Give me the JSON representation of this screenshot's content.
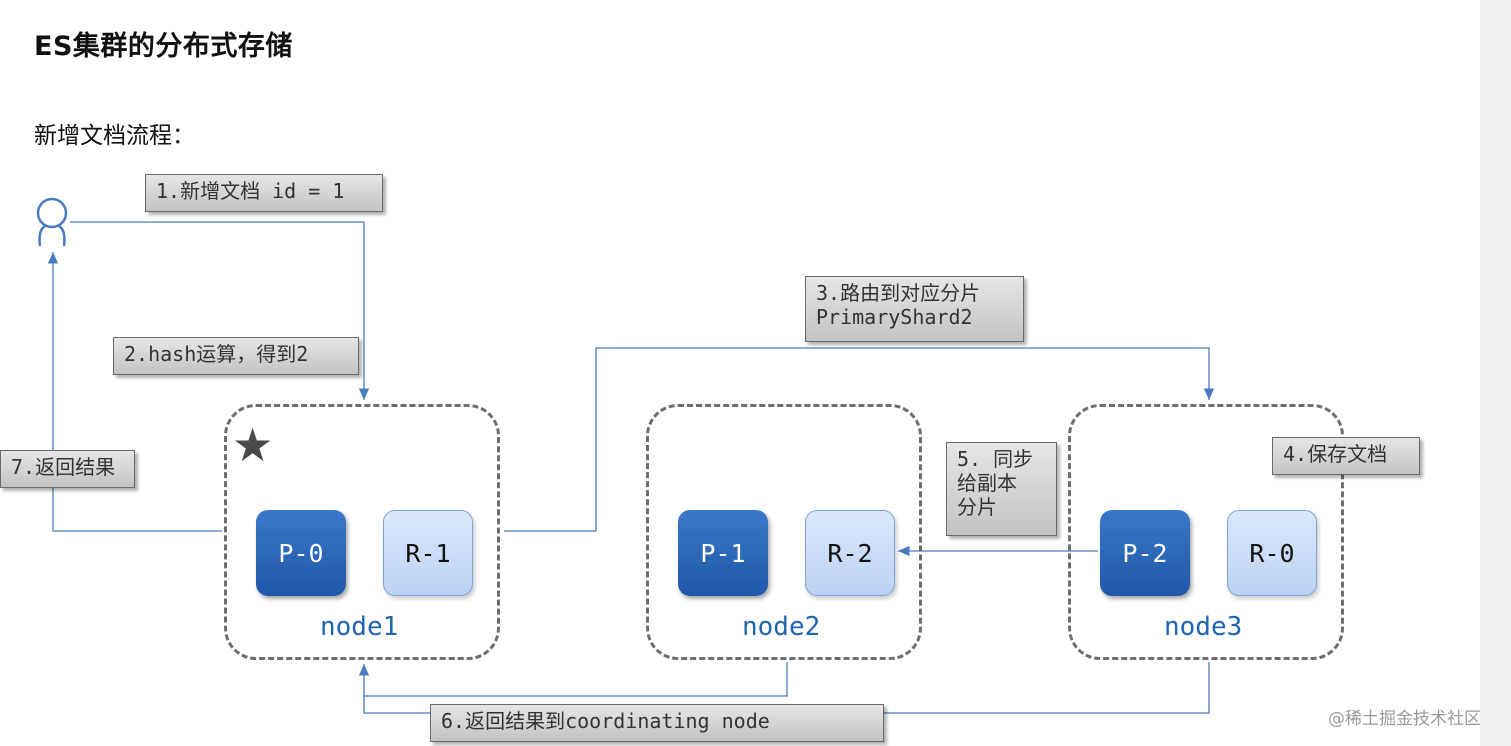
{
  "title": "ES集群的分布式存储",
  "subtitle": "新增文档流程：",
  "steps": {
    "s1": "1.新增文档 id = 1",
    "s2": "2.hash运算，得到2",
    "s3": "3.路由到对应分片\nPrimaryShard2",
    "s4": "4.保存文档",
    "s5": "5. 同步\n给副本\n分片",
    "s6": "6.返回结果到coordinating node",
    "s7": "7.返回结果"
  },
  "nodes": [
    {
      "label": "node1",
      "primary": "P-0",
      "replica": "R-1",
      "coordinating": true
    },
    {
      "label": "node2",
      "primary": "P-1",
      "replica": "R-2",
      "coordinating": false
    },
    {
      "label": "node3",
      "primary": "P-2",
      "replica": "R-0",
      "coordinating": false
    }
  ],
  "icons": {
    "user": "user-icon",
    "coordinator": "star-icon"
  },
  "colors": {
    "primary_shard": "#1f58a8",
    "replica_shard": "#c8dbf7",
    "node_label": "#1f64b5",
    "arrow": "#4a7bc0"
  },
  "watermark": "@稀土掘金技术社区"
}
